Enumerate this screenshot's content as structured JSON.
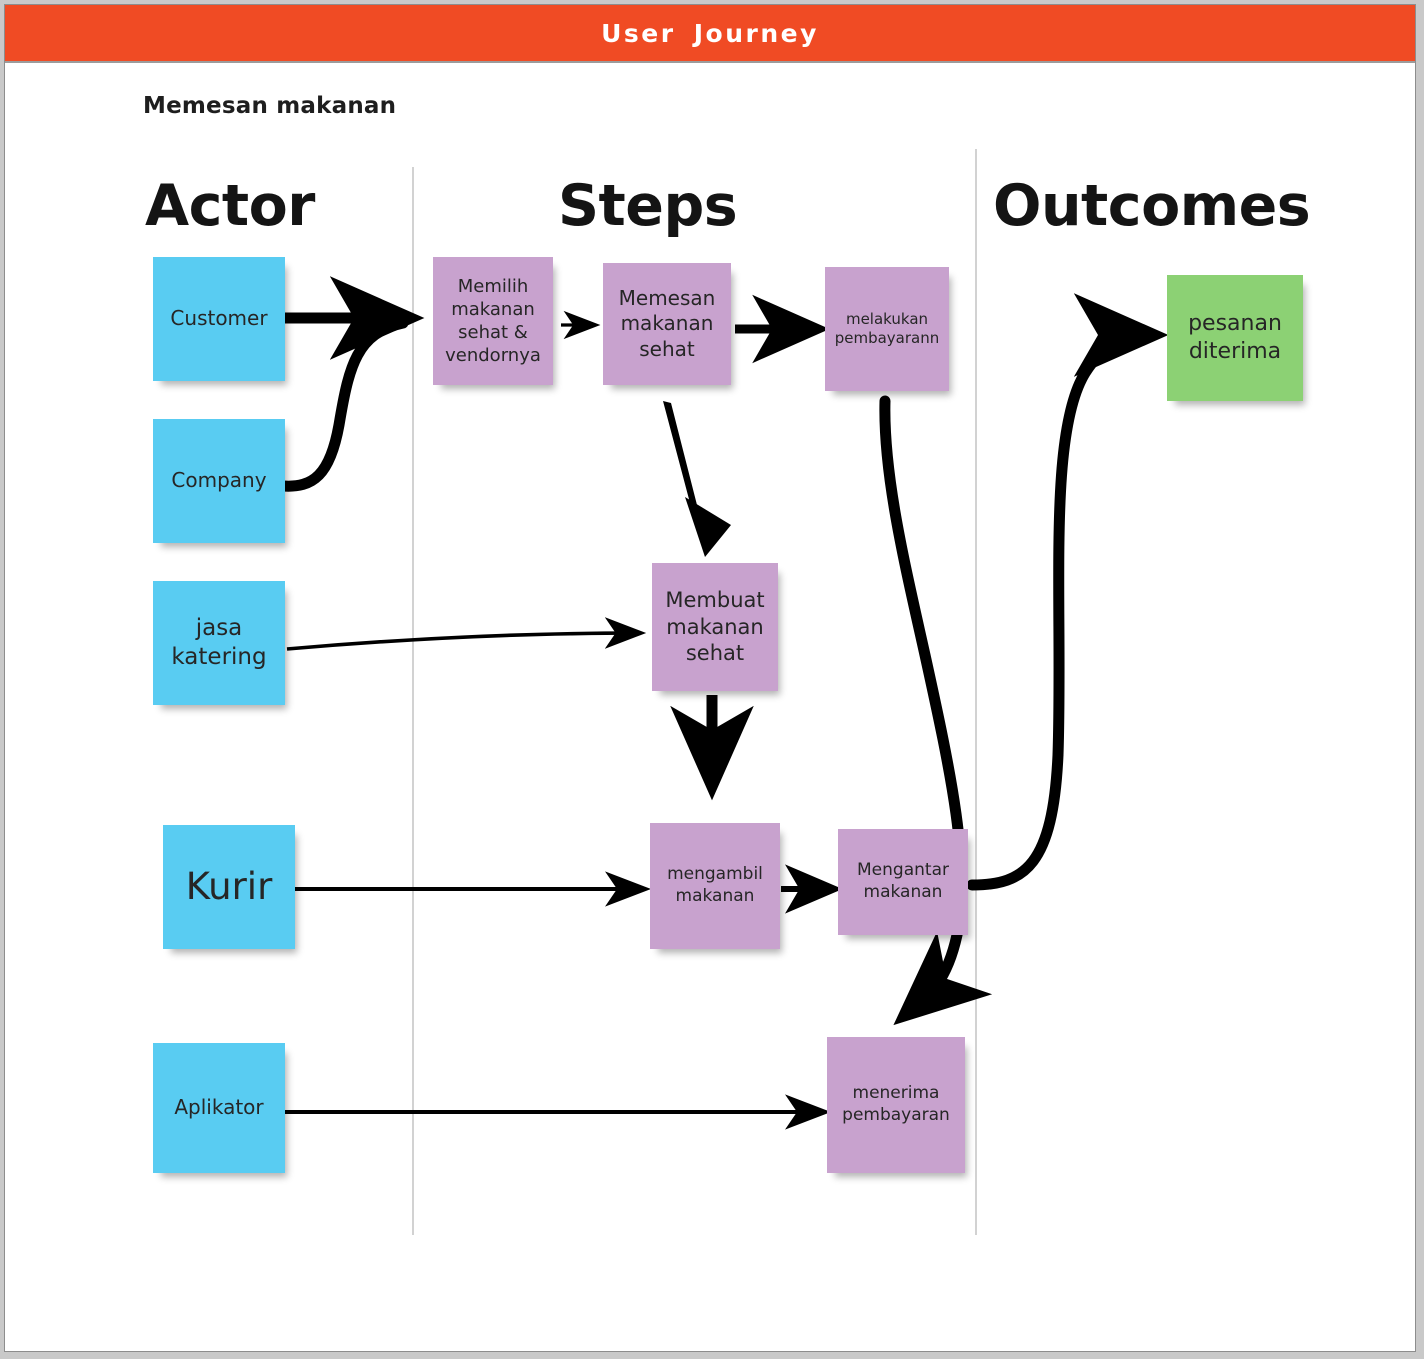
{
  "window": {
    "title": "User  Journey",
    "accent_color": "#f04b24",
    "frame_border_color": "#8d8d8d"
  },
  "board": {
    "subtitle": "Memesan makanan",
    "divider_color": "#d2d2d2",
    "columns": [
      {
        "id": "actor",
        "label": "Actor"
      },
      {
        "id": "steps",
        "label": "Steps"
      },
      {
        "id": "outcomes",
        "label": "Outcomes"
      }
    ]
  },
  "notes": {
    "actors": [
      {
        "id": "customer",
        "label": "Customer",
        "color": "#59ccf2"
      },
      {
        "id": "company",
        "label": "Company",
        "color": "#59ccf2"
      },
      {
        "id": "jasa-katering",
        "label": "jasa\nkatering",
        "color": "#59ccf2"
      },
      {
        "id": "kurir",
        "label": "Kurir",
        "color": "#59ccf2"
      },
      {
        "id": "aplikator",
        "label": "Aplikator",
        "color": "#59ccf2"
      }
    ],
    "steps": [
      {
        "id": "memilih-makanan",
        "label": "Memilih\nmakanan\nsehat &\nvendornya",
        "color": "#c8a2ce"
      },
      {
        "id": "memesan-makanan",
        "label": "Memesan\nmakanan\nsehat",
        "color": "#c8a2ce"
      },
      {
        "id": "melakukan-pembayaran",
        "label": "melakukan\npembayarann",
        "color": "#c8a2ce"
      },
      {
        "id": "membuat-makanan",
        "label": "Membuat\nmakanan\nsehat",
        "color": "#c8a2ce"
      },
      {
        "id": "mengambil-makanan",
        "label": "mengambil\nmakanan",
        "color": "#c8a2ce"
      },
      {
        "id": "mengantar-makanan",
        "label": "Mengantar\nmakanan",
        "color": "#c8a2ce"
      },
      {
        "id": "menerima-pembayaran",
        "label": "menerima\npembayaran",
        "color": "#c8a2ce"
      }
    ],
    "outcomes": [
      {
        "id": "pesanan-diterima",
        "label": "pesanan\nditerima",
        "color": "#8cd174"
      }
    ]
  },
  "connections": [
    {
      "from": "customer",
      "to": "memilih-makanan"
    },
    {
      "from": "company",
      "to": "memilih-makanan"
    },
    {
      "from": "memilih-makanan",
      "to": "memesan-makanan"
    },
    {
      "from": "memesan-makanan",
      "to": "melakukan-pembayaran"
    },
    {
      "from": "memesan-makanan",
      "to": "membuat-makanan"
    },
    {
      "from": "jasa-katering",
      "to": "membuat-makanan"
    },
    {
      "from": "membuat-makanan",
      "to": "mengambil-makanan"
    },
    {
      "from": "kurir",
      "to": "mengambil-makanan"
    },
    {
      "from": "mengambil-makanan",
      "to": "mengantar-makanan"
    },
    {
      "from": "mengantar-makanan",
      "to": "pesanan-diterima"
    },
    {
      "from": "melakukan-pembayaran",
      "to": "menerima-pembayaran"
    },
    {
      "from": "aplikator",
      "to": "menerima-pembayaran"
    }
  ]
}
